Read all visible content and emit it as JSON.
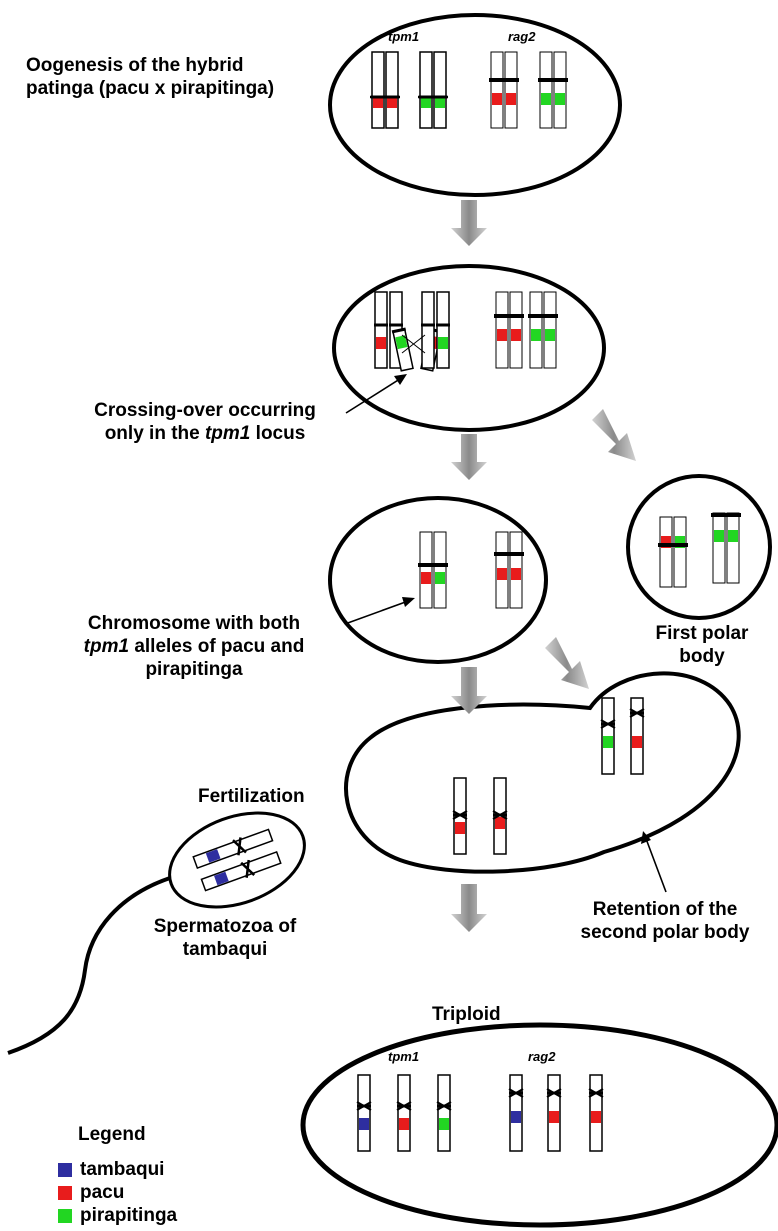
{
  "labels": {
    "oogenesis_line1": "Oogenesis of the hybrid",
    "oogenesis_line2": "patinga (pacu x pirapitinga)",
    "crossing_line1": "Crossing-over occurring",
    "crossing_line2_pre": "only in the ",
    "crossing_line2_gene": "tpm1",
    "crossing_line2_post": " locus",
    "first_polar_line1": "First polar",
    "first_polar_line2": "body",
    "chromosome_line1": "Chromosome with both",
    "chromosome_line2_gene": "tpm1",
    "chromosome_line2_post": " alleles of pacu and",
    "chromosome_line3": "pirapitinga",
    "fertilization": "Fertilization",
    "spermatozoa_line1": "Spermatozoa of",
    "spermatozoa_line2": "tambaqui",
    "retention_line1": "Retention of the",
    "retention_line2": "second polar body",
    "triploid": "Triploid"
  },
  "genes": {
    "top_tpm1": "tpm1",
    "top_rag2": "rag2",
    "bottom_tpm1": "tpm1",
    "bottom_rag2": "rag2"
  },
  "legend": {
    "title": "Legend",
    "items": [
      {
        "label": "tambaqui",
        "color": "#2e2ea0"
      },
      {
        "label": "pacu",
        "color": "#e81c1c"
      },
      {
        "label": "pirapitinga",
        "color": "#22d622"
      }
    ]
  },
  "colors": {
    "tambaqui": "#2e2ea0",
    "pacu": "#e81c1c",
    "pirapitinga": "#22d622",
    "arrow": "#8c8c8c"
  }
}
